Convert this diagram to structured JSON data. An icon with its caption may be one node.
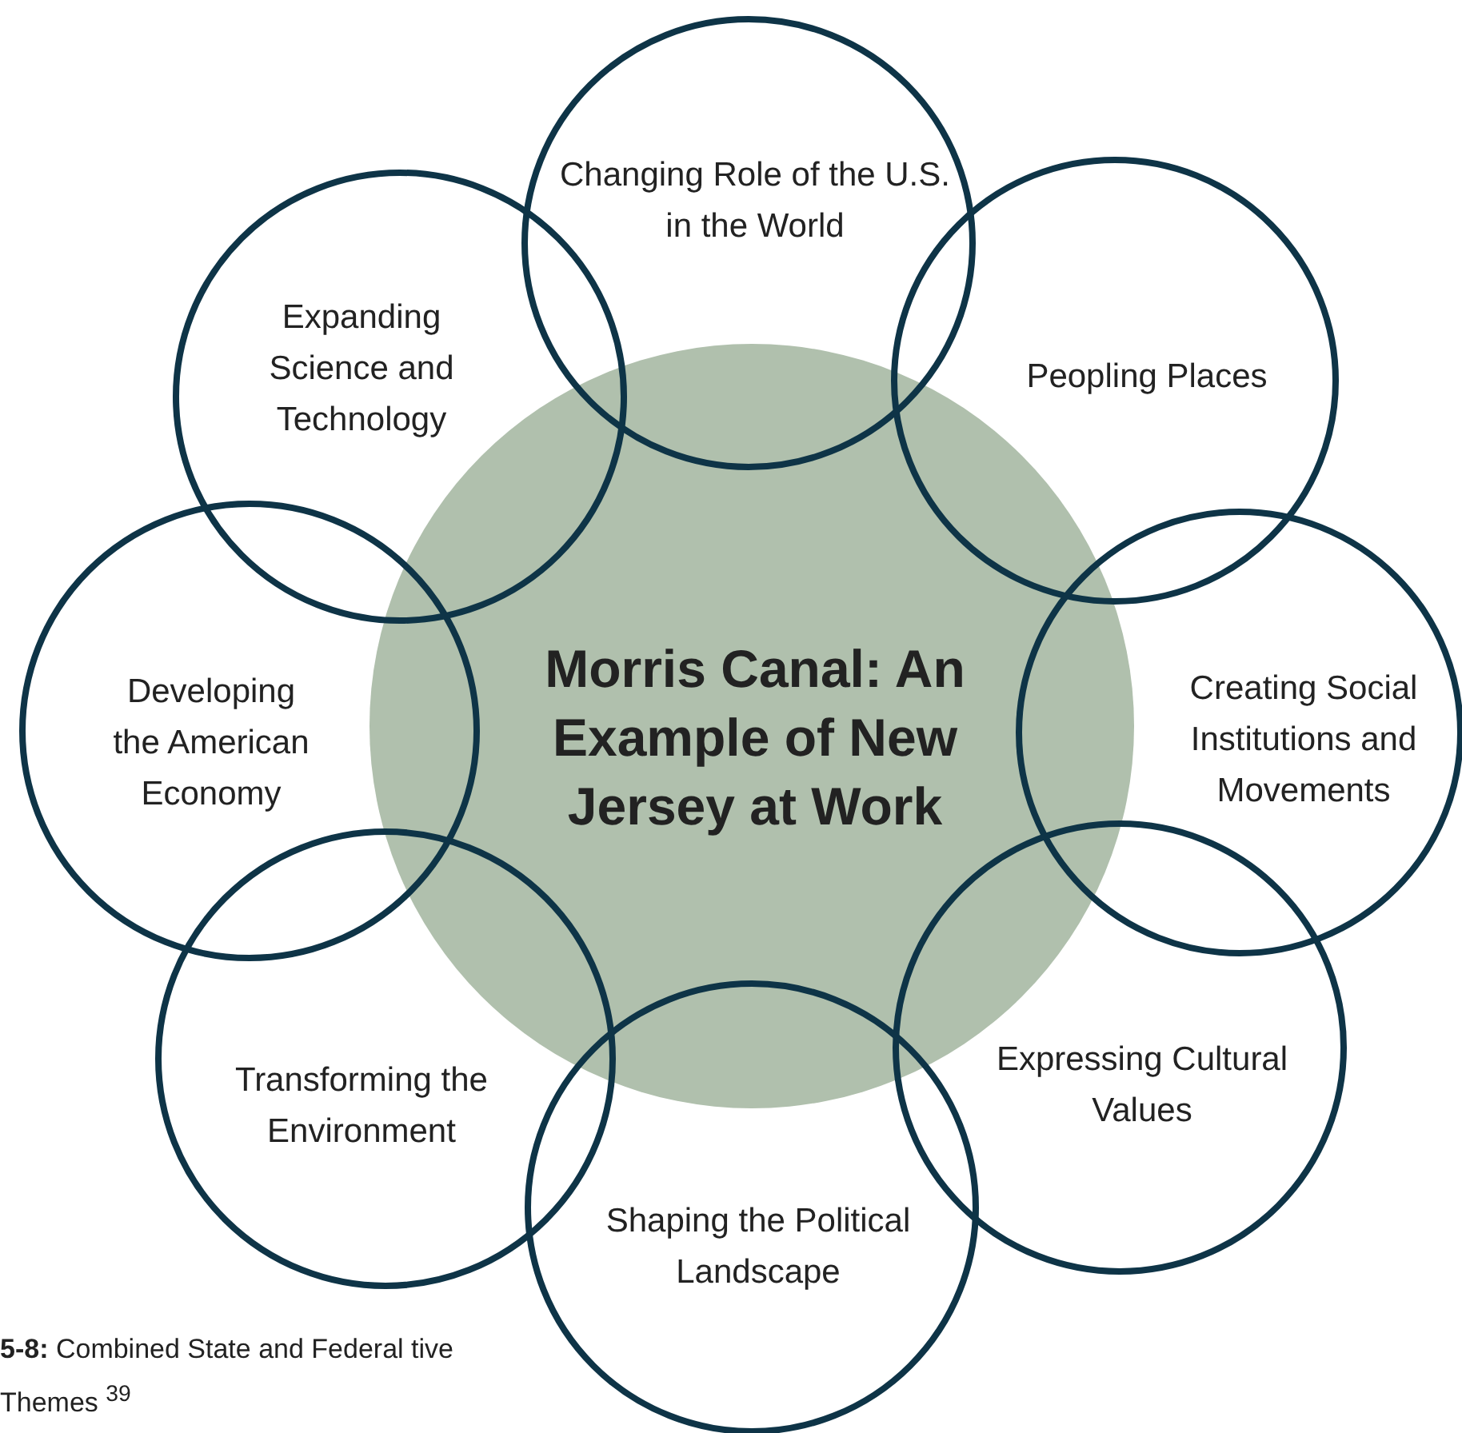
{
  "diagram": {
    "caption": "**5-8:** Combined State and Federal tive Themes $^{39}$",
    "nodes": [
      {
        "text": [
          "Morris Canal: An Example of New Jersey at Work"
        ]
      },
      {
        "text": [
          "Changing Role of the U.S. in the World"
        ]
      },
      {
        "text": [
          "Peopling Places"
        ]
      },
      {
        "text": [
          "Creating Social Institutions and Movements"
        ]
      },
      {
        "text": [
          "Expressing Cultural Values"
        ]
      },
      {
        "text": [
          "Shaping the Political Landscape"
        ]
      },
      {
        "text": [
          "Transforming the Environment"
        ]
      },
      {
        "text": [
          "Developing the American Economy"
        ]
      },
      {
        "text": [
          "Expanding Science and Technology"
        ]
      }
    ],
    "edges": []
  }
}
